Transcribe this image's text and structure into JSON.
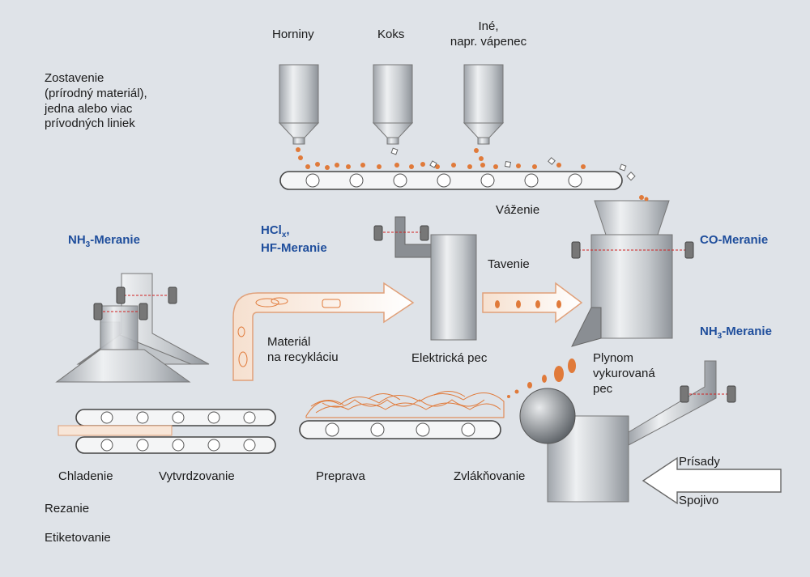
{
  "colors": {
    "background": "#dfe3e8",
    "machine_fill": "#c9ccd0",
    "material_orange": "#e07a3a",
    "measure_blue": "#1f4e9c",
    "laser_red": "#d02020"
  },
  "labels": {
    "composition_1": "Zostavenie",
    "composition_2": "(prírodný materiál),",
    "composition_3": "jedna alebo viac",
    "composition_4": "prívodných liniek",
    "hopper_1": "Horniny",
    "hopper_2": "Koks",
    "hopper_3_line1": "Iné,",
    "hopper_3_line2": "napr. vápenec",
    "weighing": "Váženie",
    "melting": "Tavenie",
    "electric_furnace": "Elektrická pec",
    "gas_furnace_1": "Plynom",
    "gas_furnace_2": "vykurovaná",
    "gas_furnace_3": "pec",
    "recycle_1": "Materiál",
    "recycle_2": "na recykláciu",
    "cooling": "Chladenie",
    "curing": "Vytvrdzovanie",
    "transport": "Preprava",
    "fiberizing": "Zvlákňovanie",
    "binders": "Prísady",
    "binder_2": "Spojivo",
    "cutting": "Rezanie",
    "labeling": "Etiketovanie"
  },
  "measurements": {
    "nh3_left_prefix": "NH",
    "nh3_left_sub": "3",
    "nh3_left_suffix": "-Meranie",
    "hcl_line1_prefix": "HCl",
    "hcl_line1_sub": "x",
    "hcl_line1_suffix": ",",
    "hf_line2": "HF-Meranie",
    "co_meas": "CO-Meranie",
    "nh3_right_prefix": "NH",
    "nh3_right_sub": "3",
    "nh3_right_suffix": "-Meranie"
  }
}
